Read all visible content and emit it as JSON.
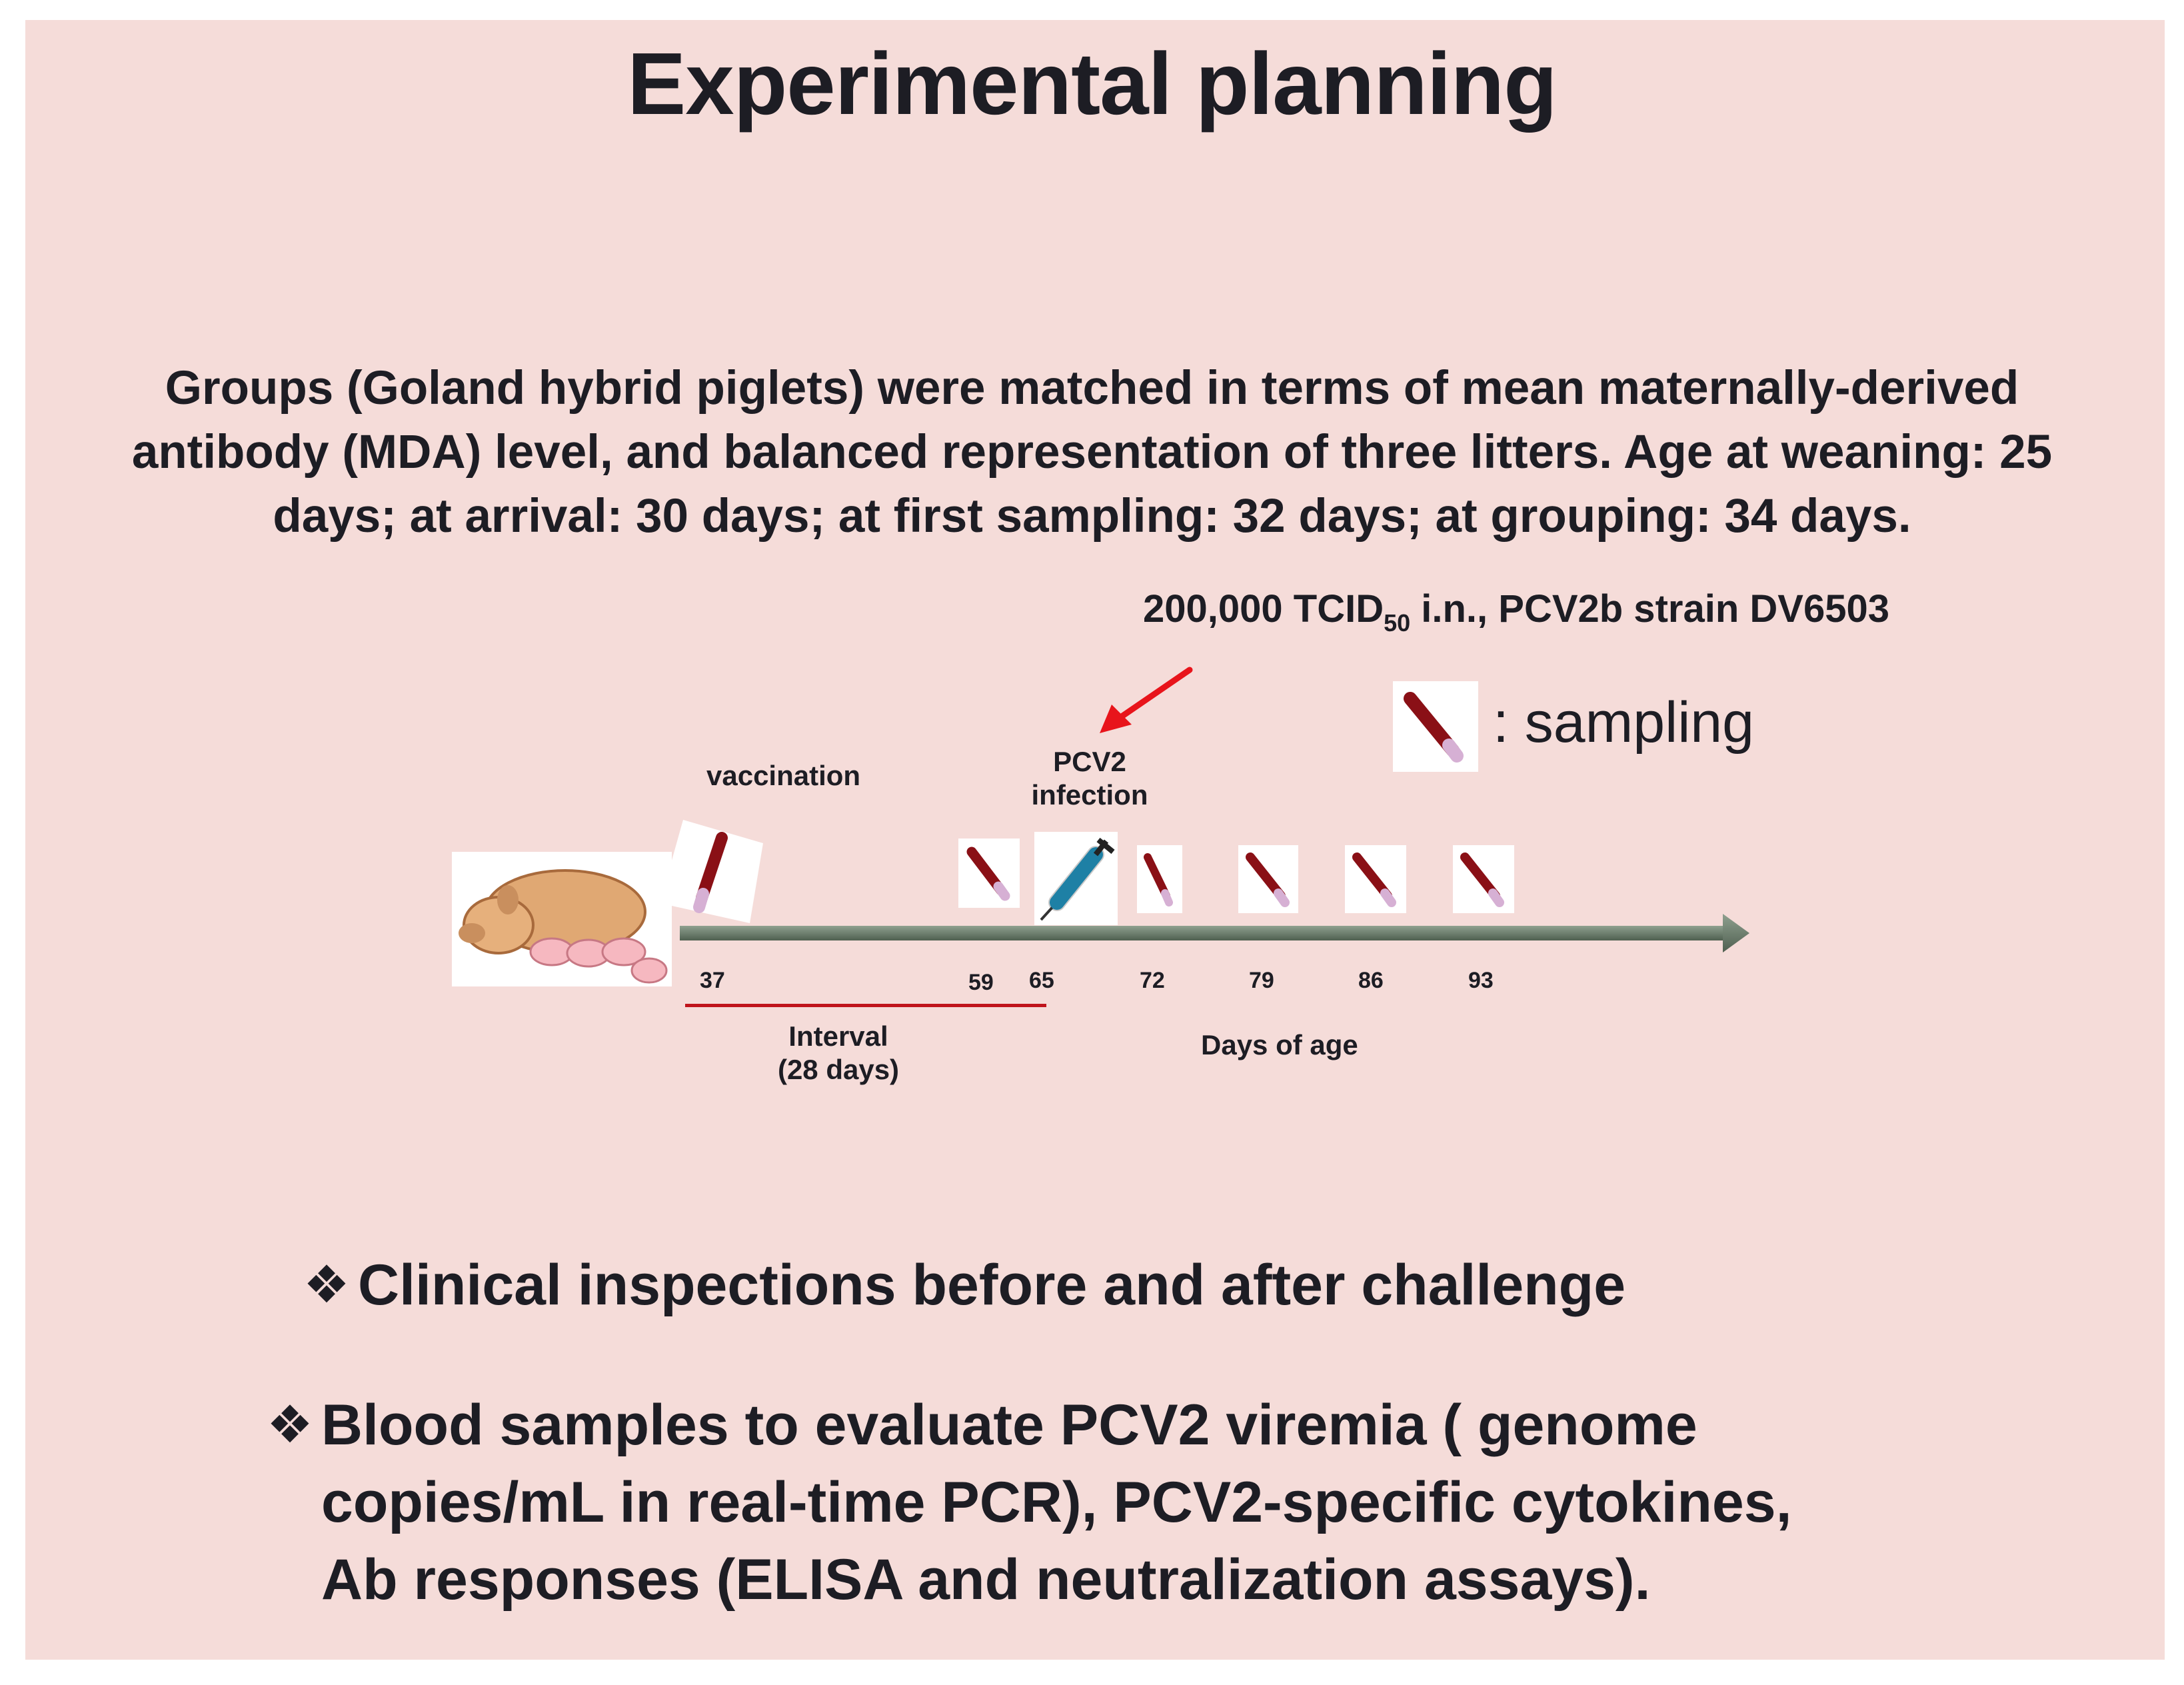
{
  "title": "Experimental planning",
  "intro": "Groups (Goland hybrid piglets) were matched in terms of mean maternally-derived antibody (MDA) level, and balanced representation of three litters. Age at weaning: 25 days; at  arrival:  30 days; at  first sampling:  32 days; at  grouping: 34 days.",
  "dose": {
    "prefix": "200,000 TCID",
    "subscript": "50",
    "suffix": " i.n.,  PCV2b strain DV6503",
    "arrow_color": "#e8141b"
  },
  "legend": {
    "icon": "blood-tube-icon",
    "text": ": sampling"
  },
  "timeline": {
    "vaccination_label": "vaccination",
    "infection_label_line1": "PCV2",
    "infection_label_line2": "infection",
    "ticks": [
      "37",
      "59",
      "65",
      "72",
      "79",
      "86",
      "93"
    ],
    "interval_line1": "Interval",
    "interval_line2": "(28 days)",
    "axis_label": "Days of age",
    "axis_color": "#6f8070",
    "interval_color": "#c0141c"
  },
  "bullets": {
    "marker": "❖",
    "item1": "Clinical inspections before and after challenge",
    "item2_line1": "Blood samples to evaluate PCV2 viremia ( genome",
    "item2_line2": "copies/mL in real-time PCR), PCV2-specific cytokines,",
    "item2_line3": "Ab responses  (ELISA and neutralization assays)."
  }
}
